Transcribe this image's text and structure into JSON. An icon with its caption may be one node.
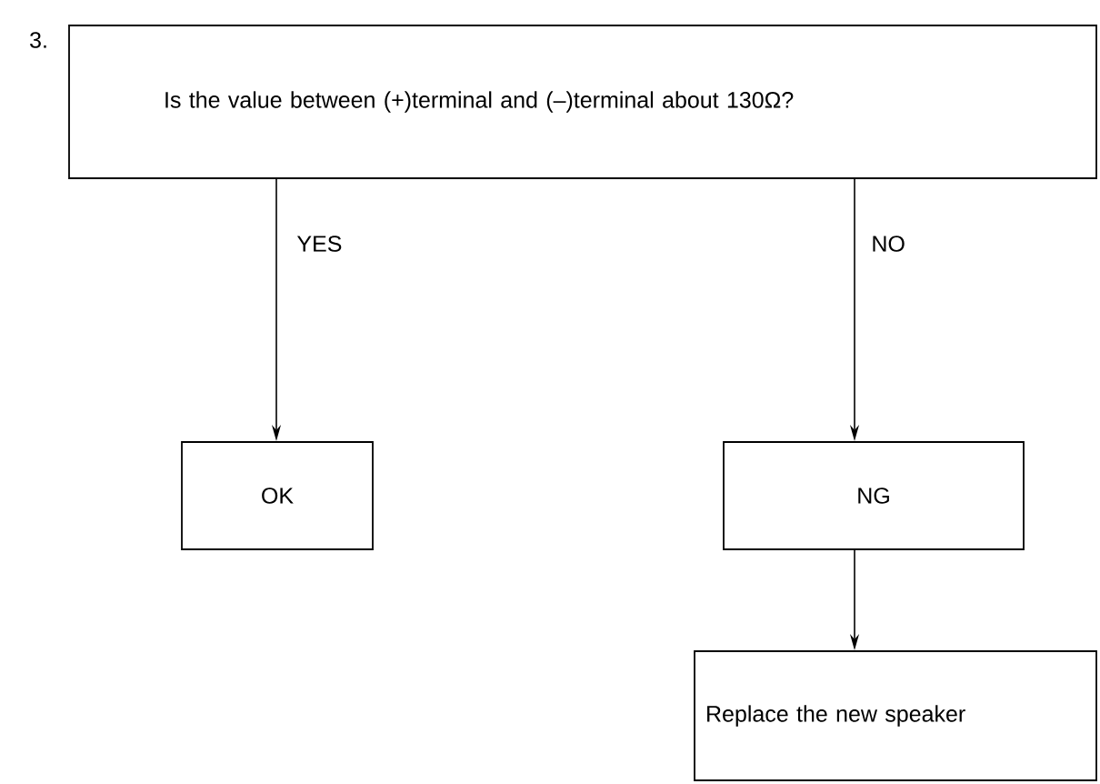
{
  "diagram": {
    "nodes": [
      {
        "text": [
          "Is the value between (+)terminal and (–)terminal about 130Ω?"
        ]
      },
      {
        "text": [
          "OK"
        ]
      },
      {
        "text": [
          "NG"
        ]
      },
      {
        "text": [
          "Replace the new speaker"
        ]
      }
    ],
    "edges": [
      {
        "from": 0,
        "to": 1,
        "arrow": "to",
        "label": "YES"
      },
      {
        "from": 0,
        "to": 2,
        "arrow": "to",
        "label": "NO"
      },
      {
        "from": 2,
        "to": 3,
        "arrow": "to"
      }
    ],
    "labels": [
      "3."
    ]
  }
}
